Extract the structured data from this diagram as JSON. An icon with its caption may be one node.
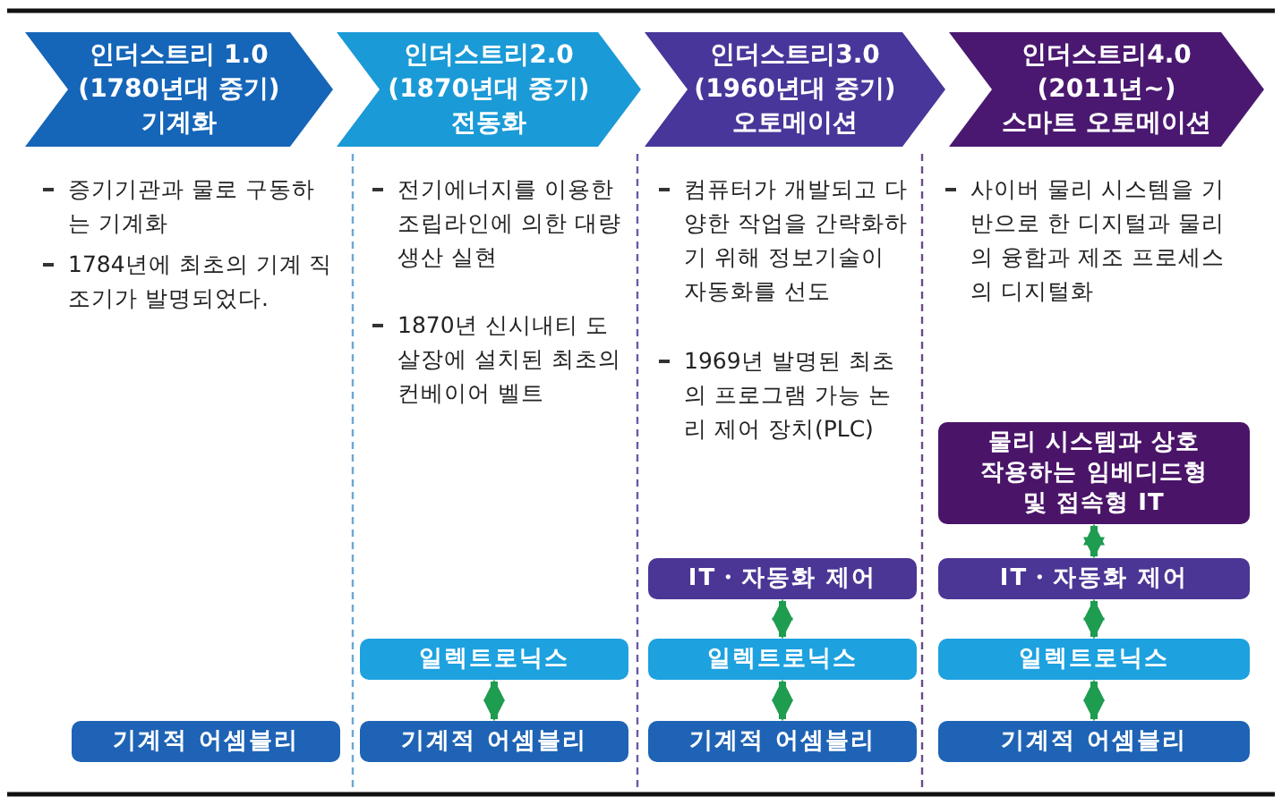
{
  "diagram": {
    "nodes": [
      {
        "text": [
          "인더스트리 1.0",
          "(1780년대 중기)",
          "기계화"
        ]
      },
      {
        "text": [
          "인더스트리2.0",
          "(1870년대 중기)",
          "전동화"
        ]
      },
      {
        "text": [
          "인더스트리3.0",
          "(1960년대 중기)",
          "오토메이션"
        ]
      },
      {
        "text": [
          "인더스트리4.0",
          "(2011년~)",
          "스마트 오토메이션"
        ]
      },
      {
        "text": [
          "기계적 어셈블리"
        ]
      },
      {
        "text": [
          "일렉트로닉스"
        ]
      },
      {
        "text": [
          "기계적 어셈블리"
        ]
      },
      {
        "text": [
          "IT・자동화 제어"
        ]
      },
      {
        "text": [
          "일렉트로닉스"
        ]
      },
      {
        "text": [
          "기계적 어셈블리"
        ]
      },
      {
        "text": [
          "물리 시스템과 상호 작용하는 임베디드형 및 접속형 IT"
        ]
      },
      {
        "text": [
          "IT・자동화 제어"
        ]
      },
      {
        "text": [
          "일렉트로닉스"
        ]
      },
      {
        "text": [
          "기계적 어셈블리"
        ]
      }
    ],
    "edges": [
      {
        "from": 5,
        "to": 6,
        "arrow": "both"
      },
      {
        "from": 7,
        "to": 8,
        "arrow": "both"
      },
      {
        "from": 8,
        "to": 9,
        "arrow": "both"
      },
      {
        "from": 10,
        "to": 11,
        "arrow": "both"
      },
      {
        "from": 11,
        "to": 12,
        "arrow": "both"
      },
      {
        "from": 12,
        "to": 13,
        "arrow": "both"
      }
    ],
    "labels": [
      "증기기관과 물로 구동하는 기계화",
      "1784년에 최초의 기계 직조기가 발명되었다.",
      "전기에너지를 이용한 조립라인에 의한 대량생산 실현",
      "1870년 신시내티 도살장에 설치된 최초의 컨베이어 벨트",
      "컴퓨터가 개발되고 다양한 작업을 간략화하기 위해 정보기술이 자동화를 선도",
      "1969년 발명된 최초의 프로그램 가능 논리 제어 장치(PLC)",
      "사이버 물리 시스템을 기반으로 한 디지털과 물리의 융합과 제조 프로세스의 디지털화"
    ]
  }
}
